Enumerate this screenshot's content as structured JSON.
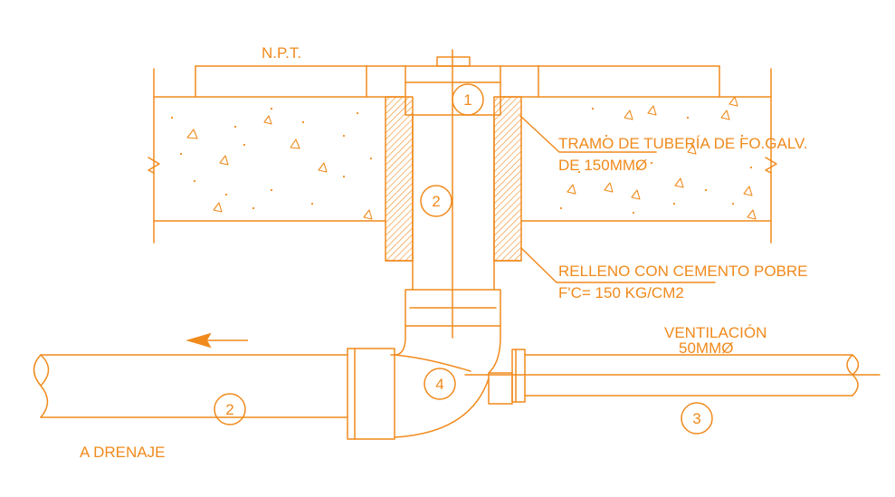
{
  "colors": {
    "line": "#f08a1c",
    "background": "#ffffff"
  },
  "labels": {
    "npt": "N.P.T.",
    "pipe_line1": "TRAMO DE TUBERÍA DE FO.GALV.",
    "pipe_line2": "DE 150MMØ",
    "fill_line1": "RELLENO CON CEMENTO POBRE",
    "fill_line2": "F'C= 150 KG/CM2",
    "vent_line1": "VENTILACIÓN",
    "vent_line2": "50MMØ",
    "drain": "A DRENAJE"
  },
  "markers": [
    "1",
    "2",
    "2",
    "4",
    "3"
  ],
  "icons": {
    "flow_arrow": "arrow-left-icon",
    "concrete": "concrete-hatch",
    "break_marks": "break-line-icon"
  }
}
